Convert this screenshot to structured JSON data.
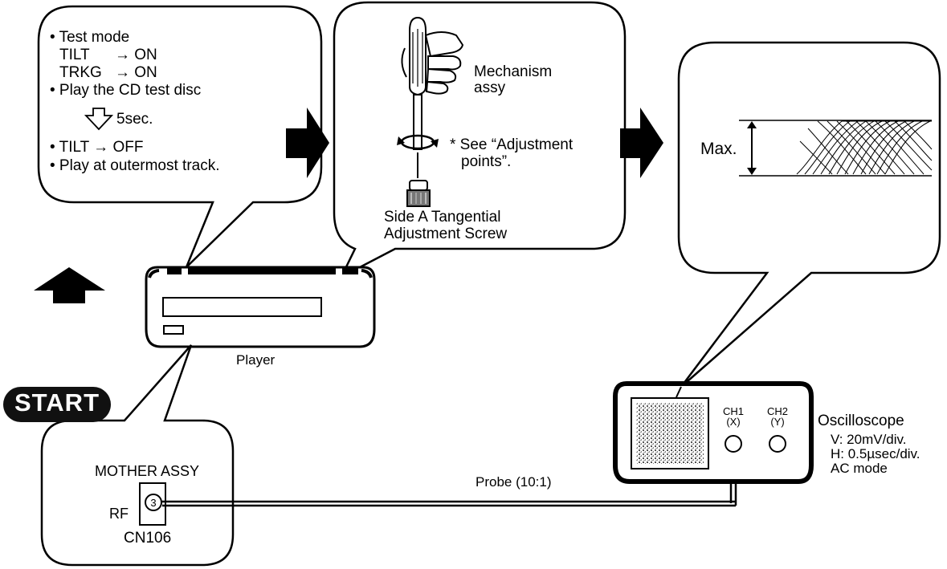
{
  "test_mode": {
    "line1": "• Test mode",
    "tilt_label": "TILT",
    "tilt_value": "→ ON",
    "trkg_label": "TRKG",
    "trkg_value": "→ ON",
    "play_cd": "• Play the CD test disc",
    "wait": "5sec.",
    "tilt_off": "• TILT → OFF",
    "play_outer": "• Play at outermost track."
  },
  "mechanism": {
    "label_line1": "Mechanism",
    "label_line2": "assy",
    "note_line1": "* See “Adjustment",
    "note_line2": "points”.",
    "screw_line1": "Side A Tangential",
    "screw_line2": "Adjustment Screw"
  },
  "waveform": {
    "label": "Max."
  },
  "player": {
    "label": "Player"
  },
  "start": {
    "label": "START"
  },
  "mother": {
    "title": "MOTHER ASSY",
    "rf_label": "RF",
    "pin_number": "3",
    "connector": "CN106"
  },
  "probe": {
    "label": "Probe (10:1)"
  },
  "oscilloscope": {
    "ch1_line1": "CH1",
    "ch1_line2": "(X)",
    "ch2_line1": "CH2",
    "ch2_line2": "(Y)",
    "title": "Oscilloscope",
    "v_setting": "V: 20mV/div.",
    "h_setting": "H: 0.5µsec/div.",
    "mode": "AC mode"
  }
}
